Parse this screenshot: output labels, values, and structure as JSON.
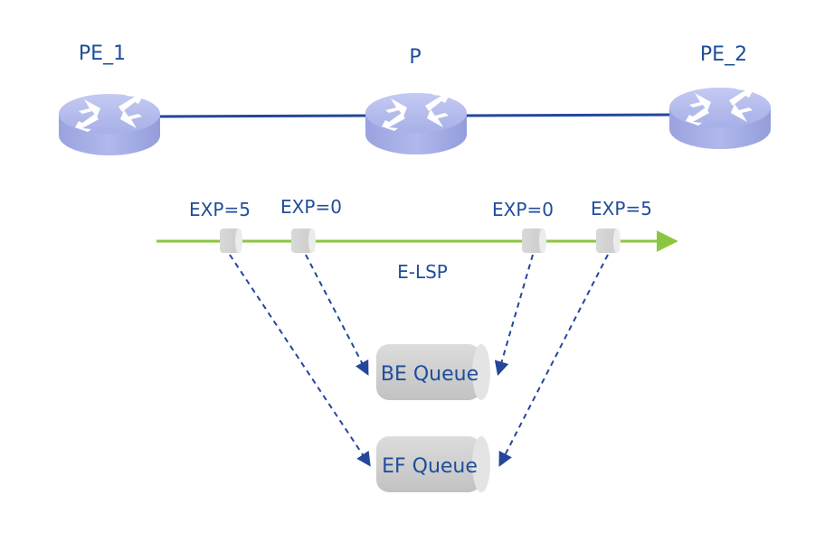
{
  "routers": [
    {
      "id": "pe1",
      "label": "PE_1"
    },
    {
      "id": "p",
      "label": "P"
    },
    {
      "id": "pe2",
      "label": "PE_2"
    }
  ],
  "lsp": {
    "label": "E-LSP",
    "markers": [
      {
        "id": "m1",
        "label": "EXP=5"
      },
      {
        "id": "m2",
        "label": "EXP=0"
      },
      {
        "id": "m3",
        "label": "EXP=0"
      },
      {
        "id": "m4",
        "label": "EXP=5"
      }
    ]
  },
  "queues": [
    {
      "id": "be",
      "label": "BE Queue"
    },
    {
      "id": "ef",
      "label": "EF Queue"
    }
  ],
  "colors": {
    "link": "#23479a",
    "lsp_line": "#8cc63f",
    "router_top": "#b4bcec",
    "router_side": "#9ea8e4",
    "arrow_text": "#1f4e9a",
    "queue_fill": "#d6d6d6"
  }
}
